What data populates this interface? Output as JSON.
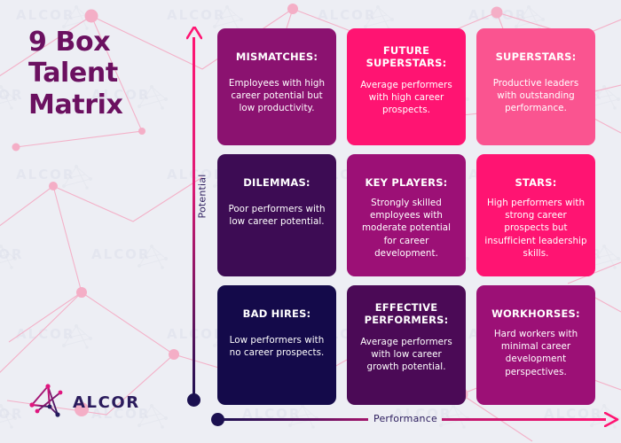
{
  "title": {
    "line1": "9 Box",
    "line2": "Talent",
    "line3": "Matrix"
  },
  "axes": {
    "y_label": "Potential",
    "x_label": "Performance",
    "y_arrow_icon": "arrow-up-icon",
    "x_arrow_icon": "arrow-right-icon"
  },
  "colors": {
    "background": "#edeef4",
    "title": "#6b1060",
    "axis_label": "#2a1b5c",
    "accent_pink": "#ff1472",
    "accent_navy": "#1b1050"
  },
  "matrix": {
    "rows": [
      {
        "cells": [
          {
            "title": "MISMATCHES:",
            "body": "Employees with high career potential but low productivity.",
            "color": "#8b1270",
            "title_lines": 1
          },
          {
            "title": "FUTURE SUPERSTARS:",
            "body": "Average performers with high career prospects.",
            "color": "#ff1472",
            "title_lines": 2
          },
          {
            "title": "SUPERSTARS:",
            "body": "Productive leaders with outstanding performance.",
            "color": "#fa5490",
            "title_lines": 1
          }
        ]
      },
      {
        "cells": [
          {
            "title": "DILEMMAS:",
            "body": "Poor performers with low career potential.",
            "color": "#3d0c54",
            "title_lines": 1
          },
          {
            "title": "KEY PLAYERS:",
            "body": "Strongly skilled employees with moderate potential for career development.",
            "color": "#9c1076",
            "title_lines": 1
          },
          {
            "title": "STARS:",
            "body": "High performers with strong career prospects but insufficient leadership skills.",
            "color": "#ff1472",
            "title_lines": 1
          }
        ]
      },
      {
        "cells": [
          {
            "title": "BAD HIRES:",
            "body": "Low performers with no career prospects.",
            "color": "#140a4a",
            "title_lines": 1
          },
          {
            "title": "EFFECTIVE PERFORMERS:",
            "body": "Average performers with low career growth potential.",
            "color": "#4b0a56",
            "title_lines": 2
          },
          {
            "title": "WORKHORSES:",
            "body": "Hard workers with minimal career development perspectives.",
            "color": "#9c1076",
            "title_lines": 1
          }
        ]
      }
    ]
  },
  "logo": {
    "text": "ALCOR",
    "mark_icon": "alcor-constellation-icon"
  },
  "watermark": {
    "text": "ALCOR"
  }
}
